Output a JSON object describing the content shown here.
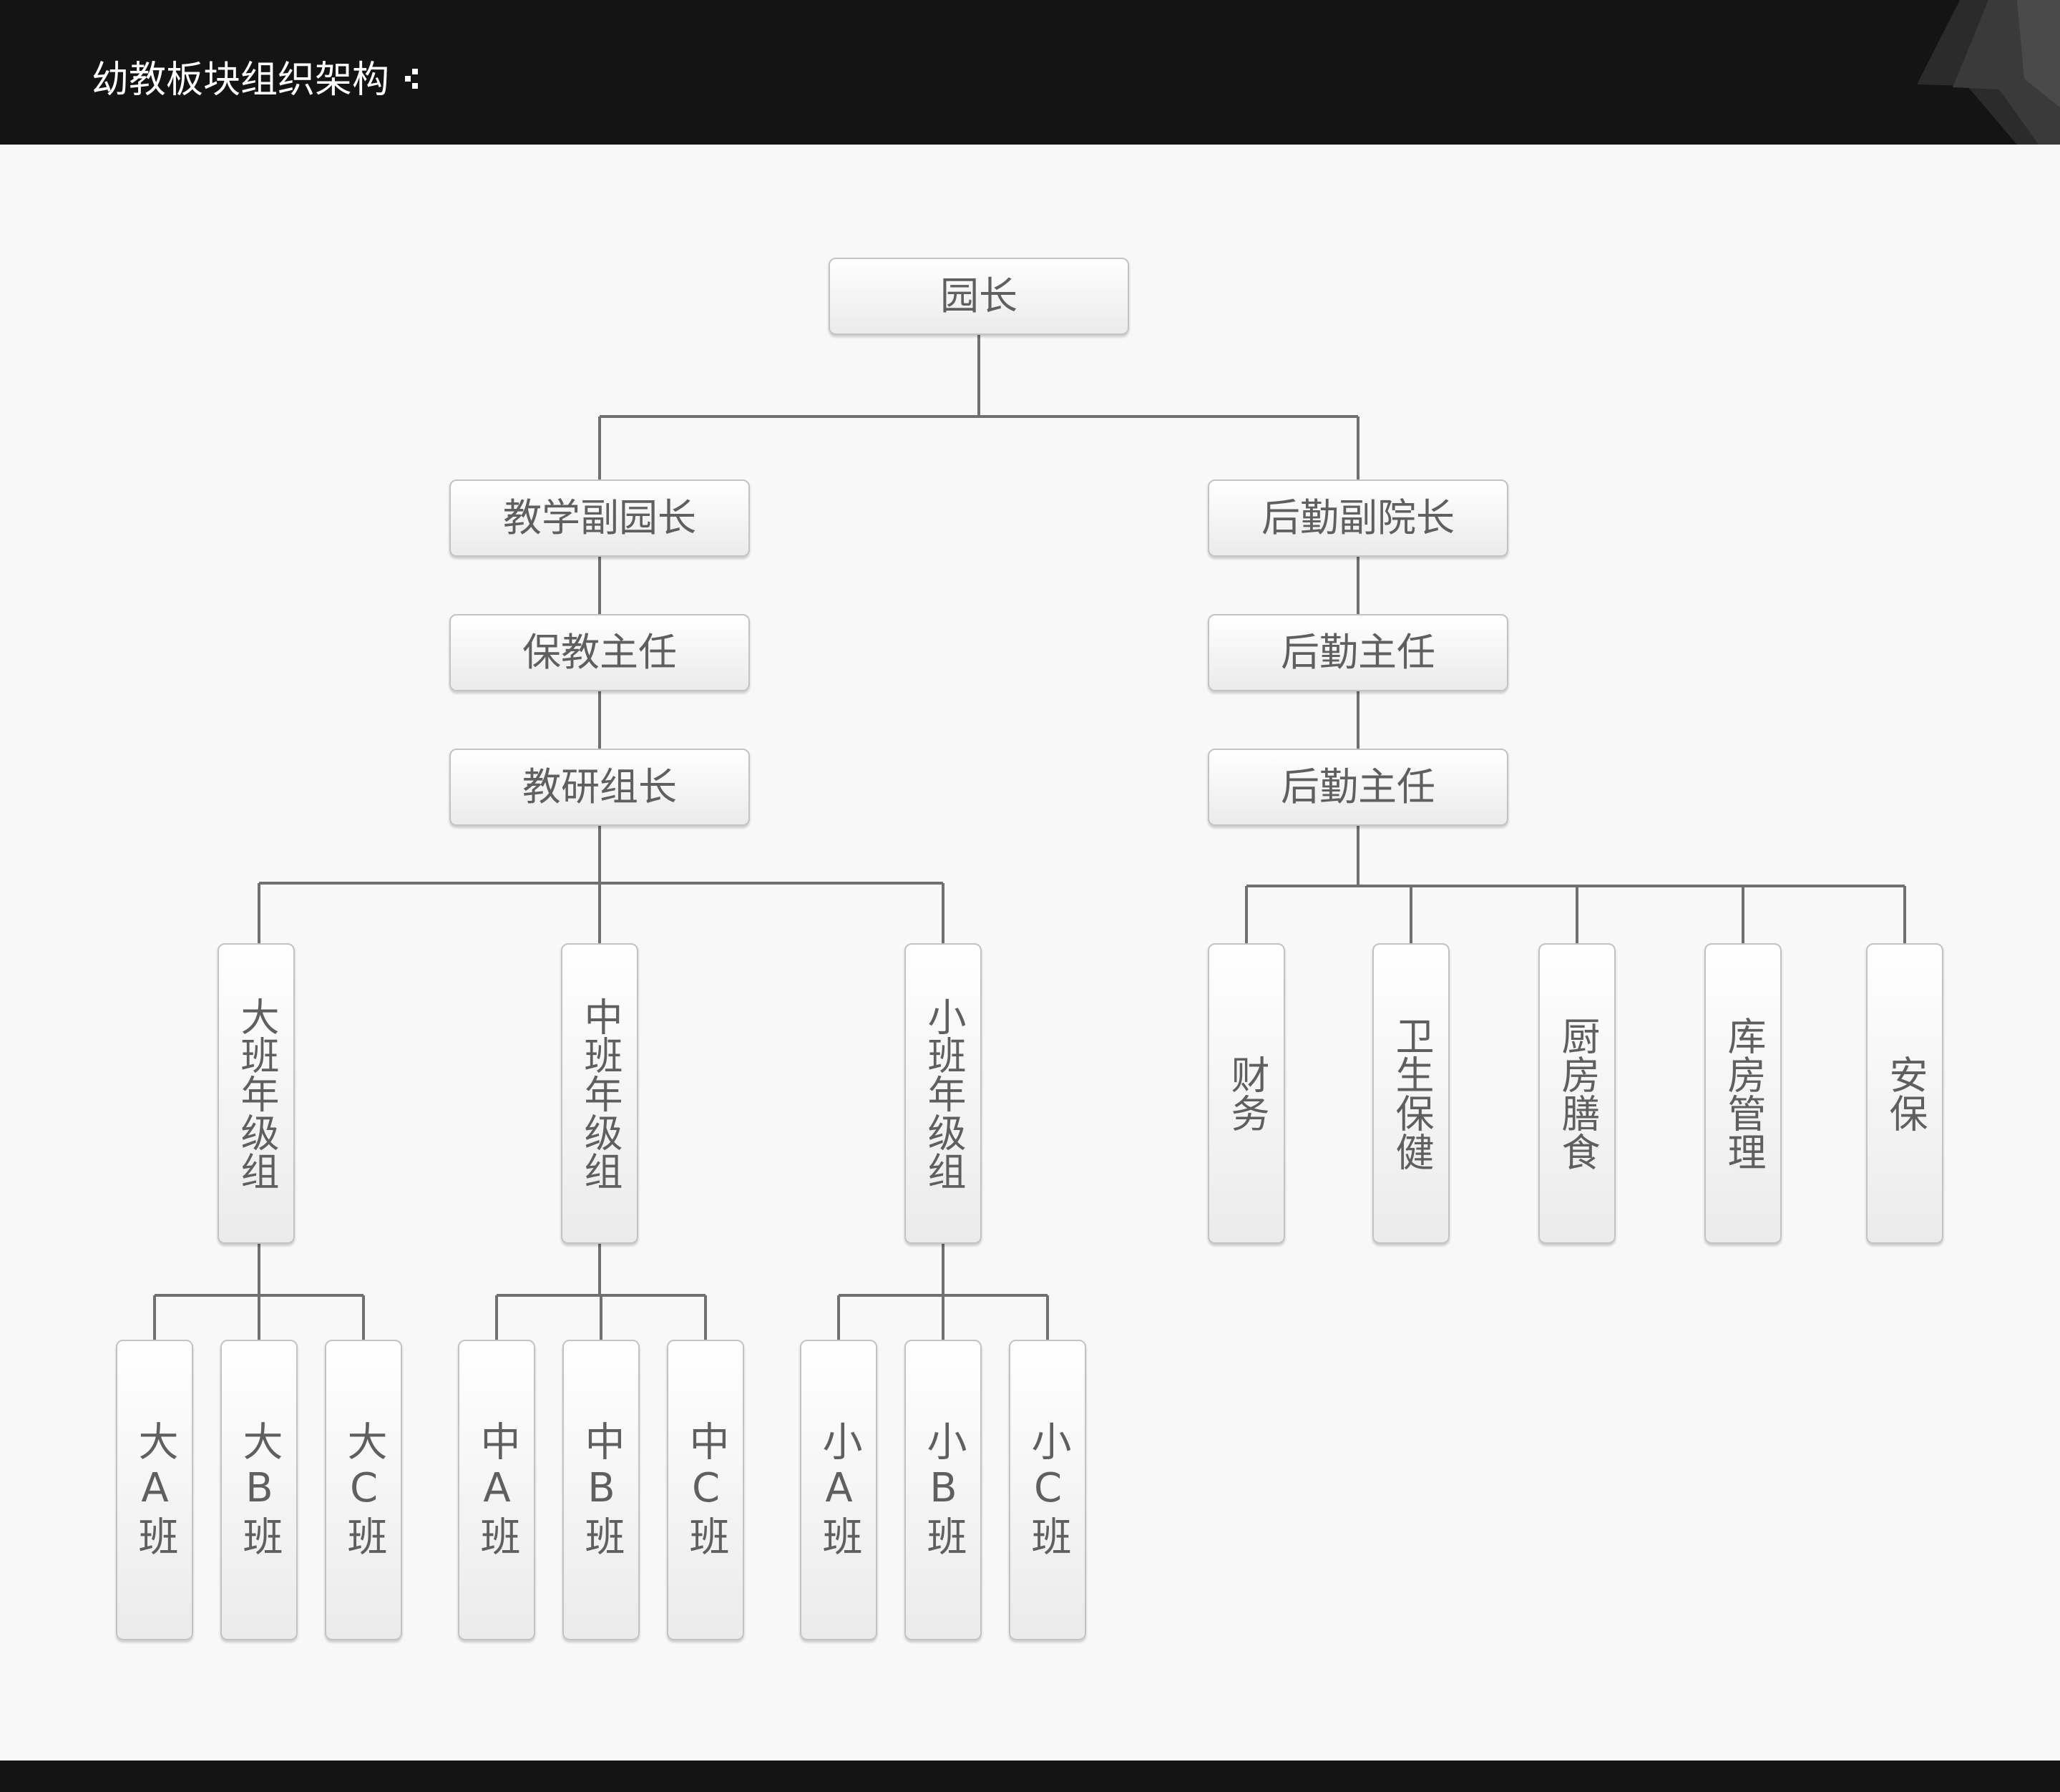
{
  "header": {
    "title": "幼教板块组织架构"
  },
  "chart": {
    "principal": "园长",
    "teaching": {
      "vice": "教学副园长",
      "director": "保教主任",
      "lead": "教研组长",
      "grades": [
        {
          "label": "大班年级组",
          "classes": [
            "大A班",
            "大B班",
            "大C班"
          ]
        },
        {
          "label": "中班年级组",
          "classes": [
            "中A班",
            "中B班",
            "中C班"
          ]
        },
        {
          "label": "小班年级组",
          "classes": [
            "小A班",
            "小B班",
            "小C班"
          ]
        }
      ]
    },
    "logistics": {
      "vice": "后勤副院长",
      "director": "后勤主任",
      "director2": "后勤主任",
      "depts": [
        "财务",
        "卫生保健",
        "厨房膳食",
        "库房管理",
        "安保"
      ]
    }
  },
  "colors": {
    "header_bg": "#141414",
    "page_bg": "#f8f8f8",
    "line": "#707070",
    "node_text": "#5f5f5f"
  }
}
